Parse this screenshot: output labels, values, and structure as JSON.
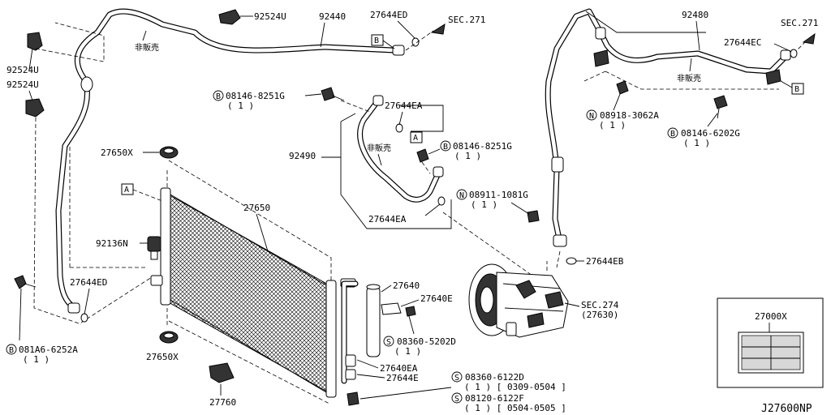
{
  "parts": {
    "p92524u_a": "92524U",
    "p92524u_b": "92524U",
    "p92524u_c": "92524U",
    "p92440": "92440",
    "p27644ed_top": "27644ED",
    "sec271_left": "SEC.271",
    "hibaihin_1": "非販売",
    "hibaihin_2": "非販売",
    "hibaihin_3": "非販売",
    "p08146_8251g_a": "08146-8251G",
    "qty_a": "( 1 )",
    "p27644ea_top": "27644EA",
    "p92490": "92490",
    "p08146_8251g_b": "08146-8251G",
    "qty_b": "( 1 )",
    "p27650x_top": "27650X",
    "p27650": "27650",
    "p08911_1081g": "08911-1081G",
    "qty_c": "( 1 )",
    "p27644ea_low": "27644EA",
    "p92136n": "92136N",
    "p27644ed_low": "27644ED",
    "p081a6_6252a": "081A6-6252A",
    "qty_d": "( 1 )",
    "p27640": "27640",
    "p27640e": "27640E",
    "p08360_5202d": "08360-5202D",
    "qty_e": "( 1 )",
    "p27650x_low": "27650X",
    "p27640ea": "27640EA",
    "p27644e": "27644E",
    "p08360_6122d": "08360-6122D",
    "qty_f": "( 1 ) [ 0309-0504 ]",
    "p08120_6122f": "08120-6122F",
    "qty_g": "( 1 ) [ 0504-0505 ]",
    "p27760": "27760",
    "p92480": "92480",
    "sec271_right": "SEC.271",
    "p27644ec": "27644EC",
    "p08918_3062a": "08918-3062A",
    "qty_h": "( 1 )",
    "p08146_6202g": "08146-6202G",
    "qty_i": "( 1 )",
    "p27644eb": "27644EB",
    "sec274": "SEC.274",
    "p27630": "(27630)",
    "p27000x": "27000X",
    "diagram_code": "J27600NP"
  },
  "markers": {
    "b": "B",
    "n": "N",
    "s": "S",
    "ref_a": "A",
    "ref_b": "B"
  }
}
